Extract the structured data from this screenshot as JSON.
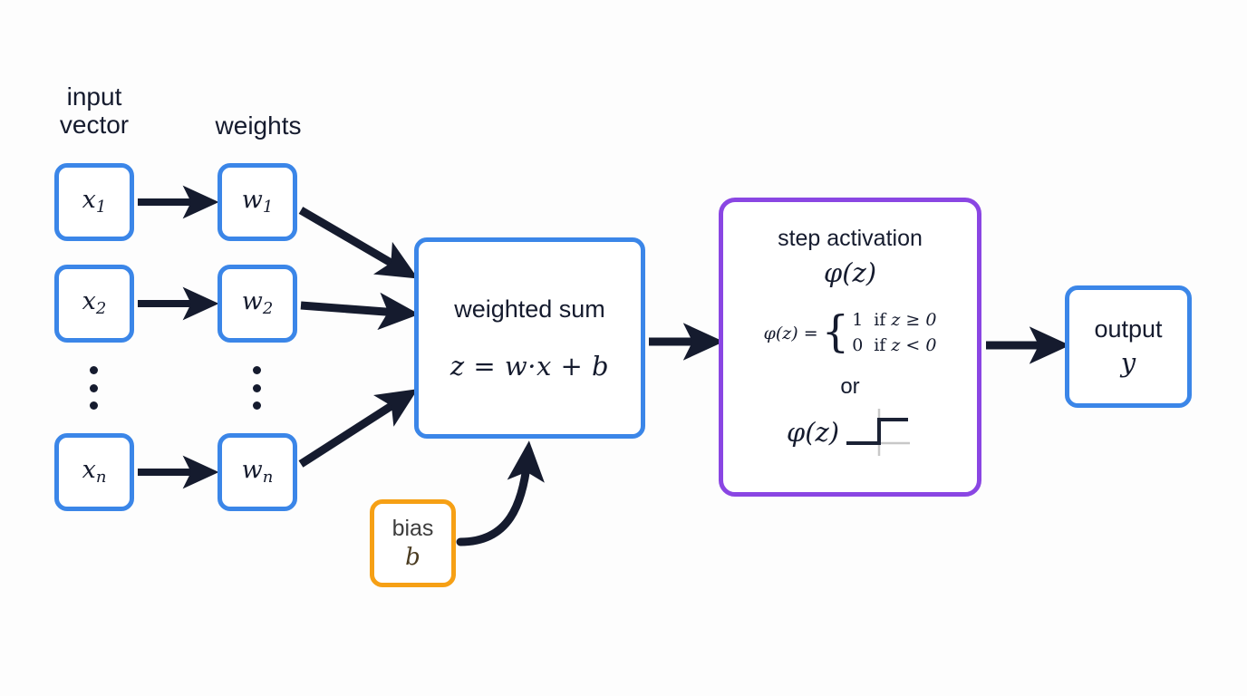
{
  "diagram": {
    "title": "perceptron / single artificial neuron",
    "background_color": "#fdfdfd"
  },
  "colors": {
    "blue_border": "#3b86e8",
    "orange_border": "#f6a015",
    "purple_border": "#8a46e3",
    "arrow_dark": "#151b2e",
    "text_dark": "#151b2e",
    "axis_gray": "#c8c8c8"
  },
  "headings": {
    "input_vector": "input\nvector",
    "weights": "weights"
  },
  "inputs": [
    {
      "name": "x1",
      "base": "x",
      "sub": "1"
    },
    {
      "name": "x2",
      "base": "x",
      "sub": "2"
    },
    {
      "name": "xn",
      "base": "x",
      "sub": "n"
    }
  ],
  "weights": [
    {
      "name": "w1",
      "base": "w",
      "sub": "1"
    },
    {
      "name": "w2",
      "base": "w",
      "sub": "2"
    },
    {
      "name": "wn",
      "base": "w",
      "sub": "n"
    }
  ],
  "ellipsis": {
    "dots": 3,
    "label": "vertical-ellipsis"
  },
  "sum_box": {
    "title": "weighted sum",
    "formula": "z = w·x + b"
  },
  "activation_box": {
    "title": "step activation",
    "phi": "φ(z)",
    "piecewise": {
      "lhs": "φ(z) =",
      "cases": [
        {
          "value": "1",
          "condition_prefix": "if ",
          "condition_math": "z ≥ 0"
        },
        {
          "value": "0",
          "condition_prefix": "if ",
          "condition_math": "z < 0"
        }
      ]
    },
    "or_label": "or",
    "step_plot_label": "φ(z)"
  },
  "output_box": {
    "title": "output",
    "math": "y"
  },
  "bias_box": {
    "title": "bias",
    "math": "b"
  },
  "edges": [
    {
      "name": "x1-to-w1",
      "from": "x1",
      "to": "w1",
      "style": "straight"
    },
    {
      "name": "x2-to-w2",
      "from": "x2",
      "to": "w2",
      "style": "straight"
    },
    {
      "name": "xn-to-wn",
      "from": "xn",
      "to": "wn",
      "style": "straight"
    },
    {
      "name": "w1-to-sum",
      "from": "w1",
      "to": "weighted-sum",
      "style": "straight"
    },
    {
      "name": "w2-to-sum",
      "from": "w2",
      "to": "weighted-sum",
      "style": "straight"
    },
    {
      "name": "wn-to-sum",
      "from": "wn",
      "to": "weighted-sum",
      "style": "straight"
    },
    {
      "name": "bias-to-sum",
      "from": "bias",
      "to": "weighted-sum",
      "style": "curved"
    },
    {
      "name": "sum-to-activation",
      "from": "weighted-sum",
      "to": "step-activation",
      "style": "straight"
    },
    {
      "name": "activation-to-output",
      "from": "step-activation",
      "to": "output",
      "style": "straight"
    }
  ]
}
